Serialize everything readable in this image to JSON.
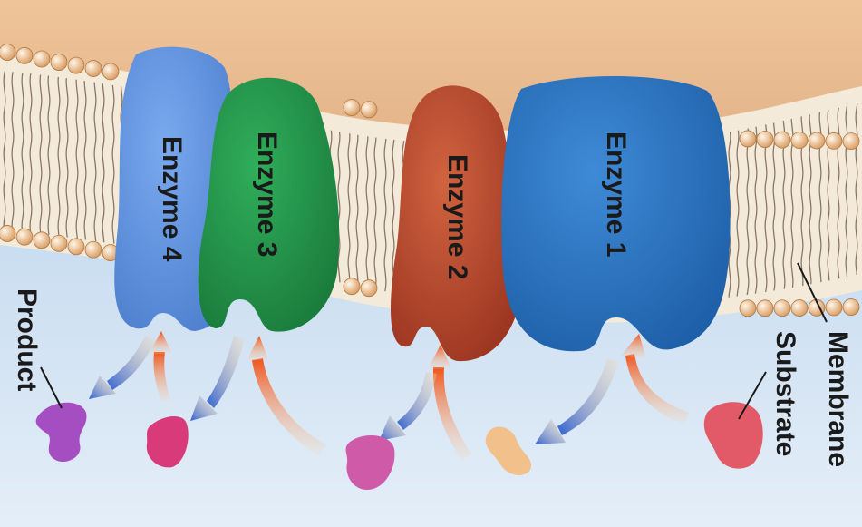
{
  "labels": {
    "enzyme1": "Enzyme 1",
    "enzyme2": "Enzyme 2",
    "enzyme3": "Enzyme 3",
    "enzyme4": "Enzyme 4",
    "product": "Product",
    "substrate": "Substrate",
    "membrane": "Membrane"
  },
  "colors": {
    "exterior": "#d9a57a",
    "interior": "#cfe0f2",
    "lipid_head": "#e8b98a",
    "lipid_tail": "#6b5a4a",
    "enzyme1": "#2a6fb6",
    "enzyme2": "#b7462b",
    "enzyme3": "#23944a",
    "enzyme4": "#5d8fdb",
    "arrow_in": "#f25d1c",
    "arrow_out": "#2f5fd0"
  },
  "icons": [
    "lipid-bilayer",
    "curved-arrow",
    "molecule-blob"
  ]
}
